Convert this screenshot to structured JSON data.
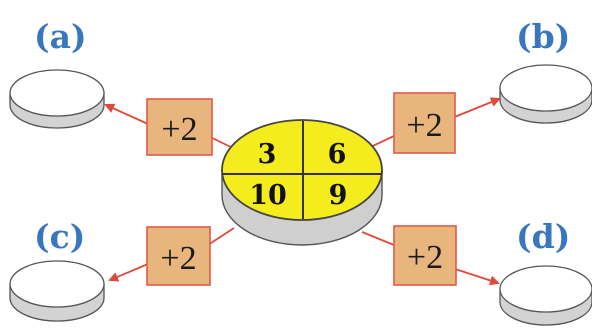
{
  "labels": {
    "a": "(a)",
    "b": "(b)",
    "c": "(c)",
    "d": "(d)"
  },
  "operations": {
    "a": "+2",
    "b": "+2",
    "c": "+2",
    "d": "+2"
  },
  "center_numbers": {
    "top_left": "3",
    "top_right": "6",
    "bottom_left": "10",
    "bottom_right": "9"
  },
  "colors": {
    "label": "#3877bd",
    "op_box_fill": "#e8b57c",
    "op_box_border": "#e35a48",
    "arrow": "#e0483a",
    "center_fill": "#f5ec1e",
    "disc_edge": "#c9c9c9"
  }
}
